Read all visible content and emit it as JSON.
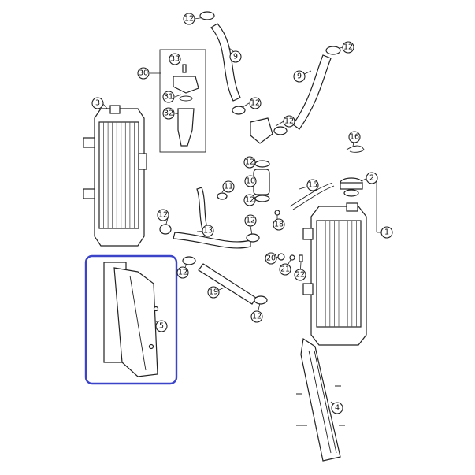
{
  "diagram": {
    "callouts": [
      {
        "id": "c12a",
        "label": "12"
      },
      {
        "id": "c12b",
        "label": "12"
      },
      {
        "id": "c12c",
        "label": "12"
      },
      {
        "id": "c12d",
        "label": "12"
      },
      {
        "id": "c12e",
        "label": "12"
      },
      {
        "id": "c12f",
        "label": "12"
      },
      {
        "id": "c12g",
        "label": "12"
      },
      {
        "id": "c12h",
        "label": "12"
      },
      {
        "id": "c12i",
        "label": "12"
      },
      {
        "id": "c12j",
        "label": "12"
      },
      {
        "id": "c9a",
        "label": "9"
      },
      {
        "id": "c9b",
        "label": "9"
      },
      {
        "id": "c30",
        "label": "30"
      },
      {
        "id": "c33",
        "label": "33"
      },
      {
        "id": "c31",
        "label": "31"
      },
      {
        "id": "c32",
        "label": "32"
      },
      {
        "id": "c3",
        "label": "3"
      },
      {
        "id": "c16",
        "label": "16"
      },
      {
        "id": "c2",
        "label": "2"
      },
      {
        "id": "c1",
        "label": "1"
      },
      {
        "id": "c15",
        "label": "15"
      },
      {
        "id": "c10",
        "label": "10"
      },
      {
        "id": "c11",
        "label": "11"
      },
      {
        "id": "c13",
        "label": "13"
      },
      {
        "id": "c18",
        "label": "18"
      },
      {
        "id": "c20",
        "label": "20"
      },
      {
        "id": "c21",
        "label": "21"
      },
      {
        "id": "c22",
        "label": "22"
      },
      {
        "id": "c19",
        "label": "19"
      },
      {
        "id": "c5",
        "label": "5"
      },
      {
        "id": "c4",
        "label": "4"
      }
    ],
    "highlight_color": "#3b44c8"
  }
}
